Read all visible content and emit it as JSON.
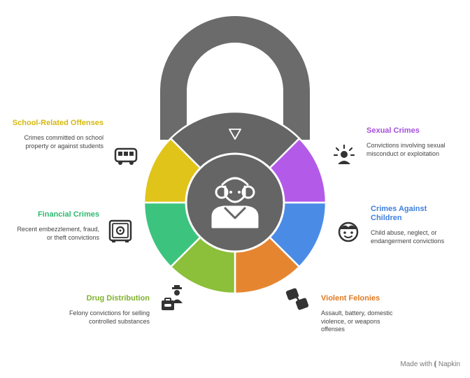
{
  "segments": [
    {
      "title": "School-Related Offenses",
      "description": "Crimes committed on school property or against students",
      "icon": "school-bus-icon",
      "color": "#E0C41A"
    },
    {
      "title": "Sexual Crimes",
      "description": "Convictions involving sexual misconduct or exploitation",
      "icon": "person-alert-icon",
      "color": "#B35BE8"
    },
    {
      "title": "Crimes Against Children",
      "description": "Child abuse, neglect, or endangerment convictions",
      "icon": "child-face-icon",
      "color": "#4A8BE6"
    },
    {
      "title": "Violent Felonies",
      "description": "Assault, battery, domestic violence, or weapons offenses",
      "icon": "handcuffs-icon",
      "color": "#E68530"
    },
    {
      "title": "Drug Distribution",
      "description": "Felony convictions for selling controlled substances",
      "icon": "drug-dealer-icon",
      "color": "#8CBF3A"
    },
    {
      "title": "Financial Crimes",
      "description": "Recent embezzlement, fraud, or theft convictions",
      "icon": "safe-icon",
      "color": "#3CC47E"
    }
  ],
  "center_icon": "judge-icon",
  "lock_indicator_icon": "triangle-down-icon",
  "footer": {
    "label": "Made with",
    "brand": "Napkin"
  }
}
